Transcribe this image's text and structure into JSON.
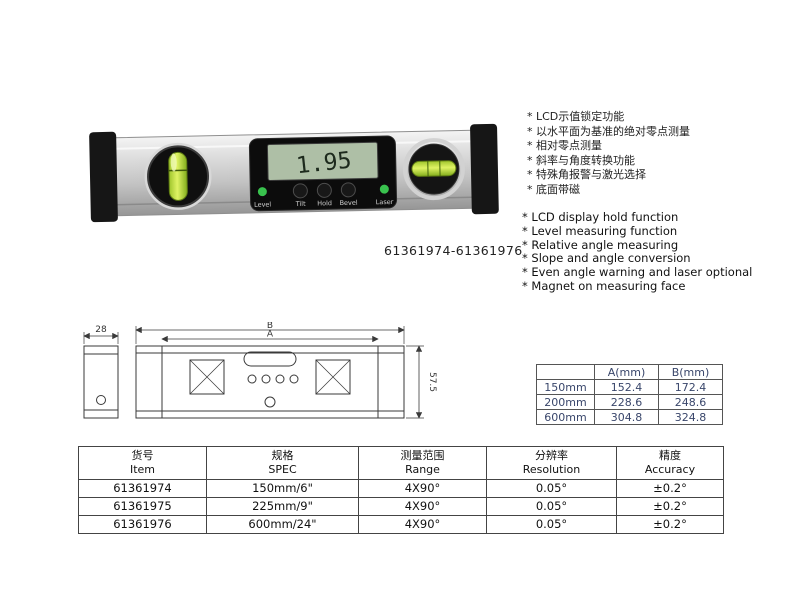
{
  "page": {
    "product_code": "61361974-61361976"
  },
  "device": {
    "lcd_value": "1.95",
    "button_labels": [
      "Level",
      "Tilt",
      "Hold",
      "Bevel",
      "Laser"
    ]
  },
  "features_cn": {
    "items": [
      "* LCD示值锁定功能",
      "* 以水平面为基准的绝对零点测量",
      "* 相对零点测量",
      "* 斜率与角度转换功能",
      "* 特殊角报警与激光选择",
      "* 底面带磁"
    ]
  },
  "features_en": {
    "items": [
      "* LCD display hold function",
      "* Level measuring function",
      "* Relative angle measuring",
      "* Slope and angle conversion",
      "* Even angle warning and laser optional",
      "* Magnet on measuring face"
    ]
  },
  "drawing": {
    "dim_width": "28",
    "dim_a": "A",
    "dim_b": "B",
    "dim_height": "57.5"
  },
  "dim_table": {
    "headers": [
      "",
      "A(mm)",
      "B(mm)"
    ],
    "rows": [
      [
        "150mm",
        "152.4",
        "172.4"
      ],
      [
        "200mm",
        "228.6",
        "248.6"
      ],
      [
        "600mm",
        "304.8",
        "324.8"
      ]
    ]
  },
  "spec_table": {
    "headers": [
      {
        "cn": "货号",
        "en": "Item"
      },
      {
        "cn": "规格",
        "en": "SPEC"
      },
      {
        "cn": "测量范围",
        "en": "Range"
      },
      {
        "cn": "分辨率",
        "en": "Resolution"
      },
      {
        "cn": "精度",
        "en": "Accuracy"
      }
    ],
    "rows": [
      [
        "61361974",
        "150mm/6\"",
        "4X90°",
        "0.05°",
        "±0.2°"
      ],
      [
        "61361975",
        "225mm/9\"",
        "4X90°",
        "0.05°",
        "±0.2°"
      ],
      [
        "61361976",
        "600mm/24\"",
        "4X90°",
        "0.05°",
        "±0.2°"
      ]
    ]
  }
}
